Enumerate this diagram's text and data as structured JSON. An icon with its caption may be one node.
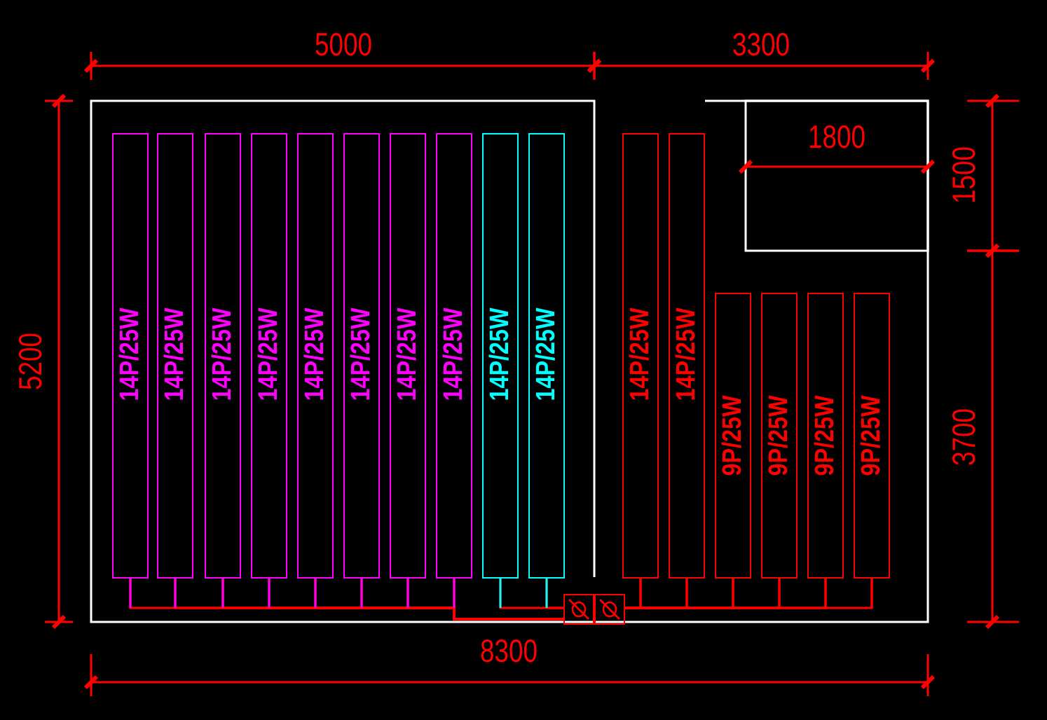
{
  "diagram": {
    "nodes": [
      {
        "text": [
          "14P/25W"
        ]
      },
      {
        "text": [
          "14P/25W"
        ]
      },
      {
        "text": [
          "14P/25W"
        ]
      },
      {
        "text": [
          "14P/25W"
        ]
      },
      {
        "text": [
          "14P/25W"
        ]
      },
      {
        "text": [
          "14P/25W"
        ]
      },
      {
        "text": [
          "14P/25W"
        ]
      },
      {
        "text": [
          "14P/25W"
        ]
      },
      {
        "text": [
          "14P/25W"
        ]
      },
      {
        "text": [
          "14P/25W"
        ]
      },
      {
        "text": [
          "14P/25W"
        ]
      },
      {
        "text": [
          "14P/25W"
        ]
      },
      {
        "text": [
          "9P/25W"
        ]
      },
      {
        "text": [
          "9P/25W"
        ]
      },
      {
        "text": [
          "9P/25W"
        ]
      },
      {
        "text": [
          "9P/25W"
        ]
      },
      {
        "text": [],
        "shape": "box"
      },
      {
        "text": [],
        "shape": "box"
      }
    ],
    "edges": [
      {
        "from": 0,
        "to": 16,
        "arrow": "none"
      },
      {
        "from": 1,
        "to": 16,
        "arrow": "none"
      },
      {
        "from": 2,
        "to": 16,
        "arrow": "none"
      },
      {
        "from": 3,
        "to": 16,
        "arrow": "none"
      },
      {
        "from": 4,
        "to": 16,
        "arrow": "none"
      },
      {
        "from": 5,
        "to": 16,
        "arrow": "none"
      },
      {
        "from": 6,
        "to": 16,
        "arrow": "none"
      },
      {
        "from": 7,
        "to": 16,
        "arrow": "none"
      },
      {
        "from": 8,
        "to": 16,
        "arrow": "none"
      },
      {
        "from": 9,
        "to": 16,
        "arrow": "none"
      },
      {
        "from": 10,
        "to": 17,
        "arrow": "none"
      },
      {
        "from": 11,
        "to": 17,
        "arrow": "none"
      },
      {
        "from": 12,
        "to": 17,
        "arrow": "none"
      },
      {
        "from": 13,
        "to": 17,
        "arrow": "none"
      },
      {
        "from": 14,
        "to": 17,
        "arrow": "none"
      },
      {
        "from": 15,
        "to": 17,
        "arrow": "none"
      }
    ],
    "labels": [
      "5000",
      "3300",
      "1800",
      "1500",
      "5200",
      "3700",
      "8300"
    ]
  }
}
